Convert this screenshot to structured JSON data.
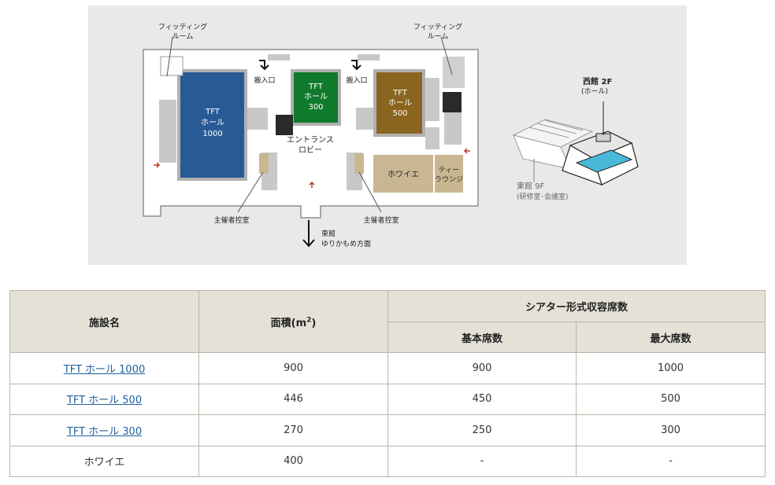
{
  "floor_map": {
    "fitting_room_left": [
      "フィッティング",
      "ルーム"
    ],
    "fitting_room_right": [
      "フィッティング",
      "ルーム"
    ],
    "loading_left": "搬入口",
    "loading_right": "搬入口",
    "hall_1000": [
      "TFT",
      "ホール",
      "1000"
    ],
    "hall_300": [
      "TFT",
      "ホール",
      "300"
    ],
    "hall_500": [
      "TFT",
      "ホール",
      "500"
    ],
    "entrance_lobby": [
      "エントランス",
      "ロビー"
    ],
    "foyer": "ホワイエ",
    "tea_lounge": [
      "ティー",
      "ラウンジ"
    ],
    "organizer_room_left": "主催者控室",
    "organizer_room_right": "主催者控室",
    "east_direction": [
      "東館",
      "ゆりかもめ方面"
    ],
    "west_bldg": "西館 2F",
    "west_bldg_sub": "(ホール)",
    "east_bldg": "東館 9F",
    "east_bldg_sub": "(研修室･会議室)",
    "colors": {
      "hall_1000": "#2a5a96",
      "hall_300": "#0f7a2c",
      "hall_500": "#8a6520",
      "foyer": "#c9b792",
      "pool": "#4ab8d8"
    }
  },
  "table": {
    "headers": {
      "facility": "施設名",
      "area": "面積(m",
      "area_sup": "2",
      "area_close": ")",
      "theater": "シアター形式収容席数",
      "basic": "基本席数",
      "max": "最大席数"
    },
    "rows": [
      {
        "name": "TFT ホール 1000",
        "link": true,
        "area": "900",
        "basic": "900",
        "max": "1000"
      },
      {
        "name": "TFT ホール 500",
        "link": true,
        "area": "446",
        "basic": "450",
        "max": "500"
      },
      {
        "name": "TFT ホール 300",
        "link": true,
        "area": "270",
        "basic": "250",
        "max": "300"
      },
      {
        "name": "ホワイエ",
        "link": false,
        "area": "400",
        "basic": "-",
        "max": "-"
      }
    ]
  }
}
